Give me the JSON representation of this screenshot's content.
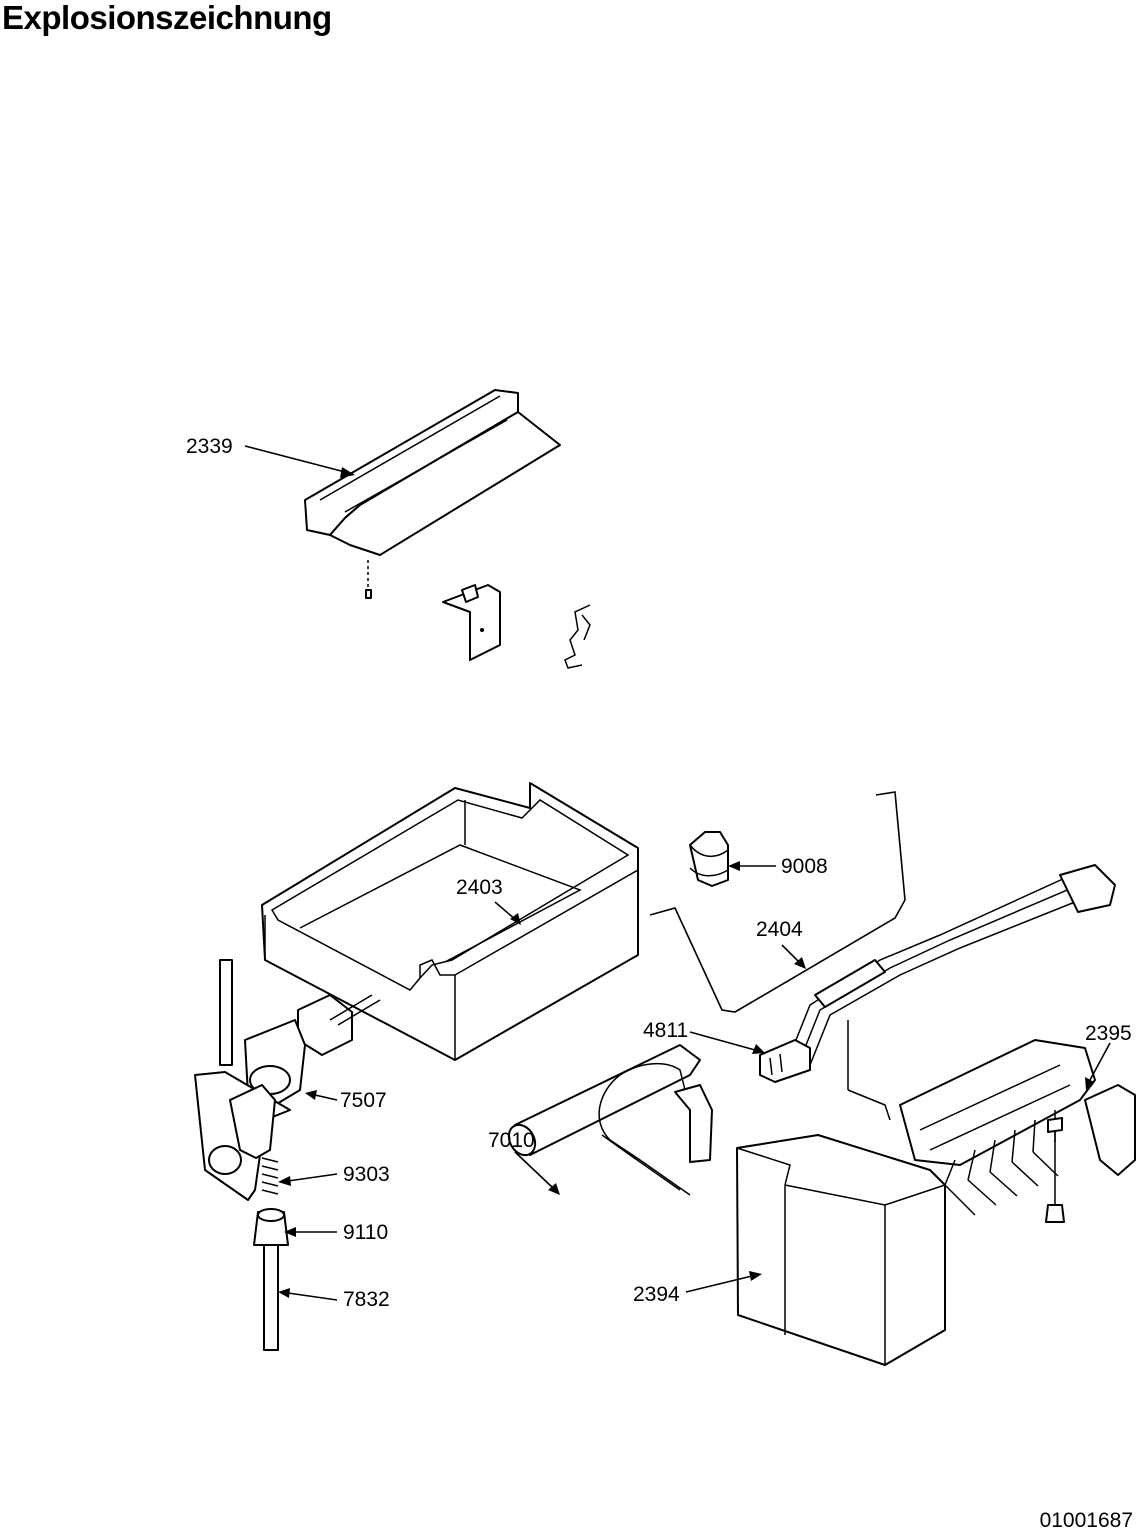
{
  "title": "Explosionszeichnung",
  "document_number": "01001687",
  "callouts": {
    "c2339": "2339",
    "c2403": "2403",
    "c9008": "9008",
    "c2404": "2404",
    "c4811": "4811",
    "c2395": "2395",
    "c7507": "7507",
    "c7010": "7010",
    "c9303": "9303",
    "c9110": "9110",
    "c7832": "7832",
    "c2394": "2394"
  }
}
